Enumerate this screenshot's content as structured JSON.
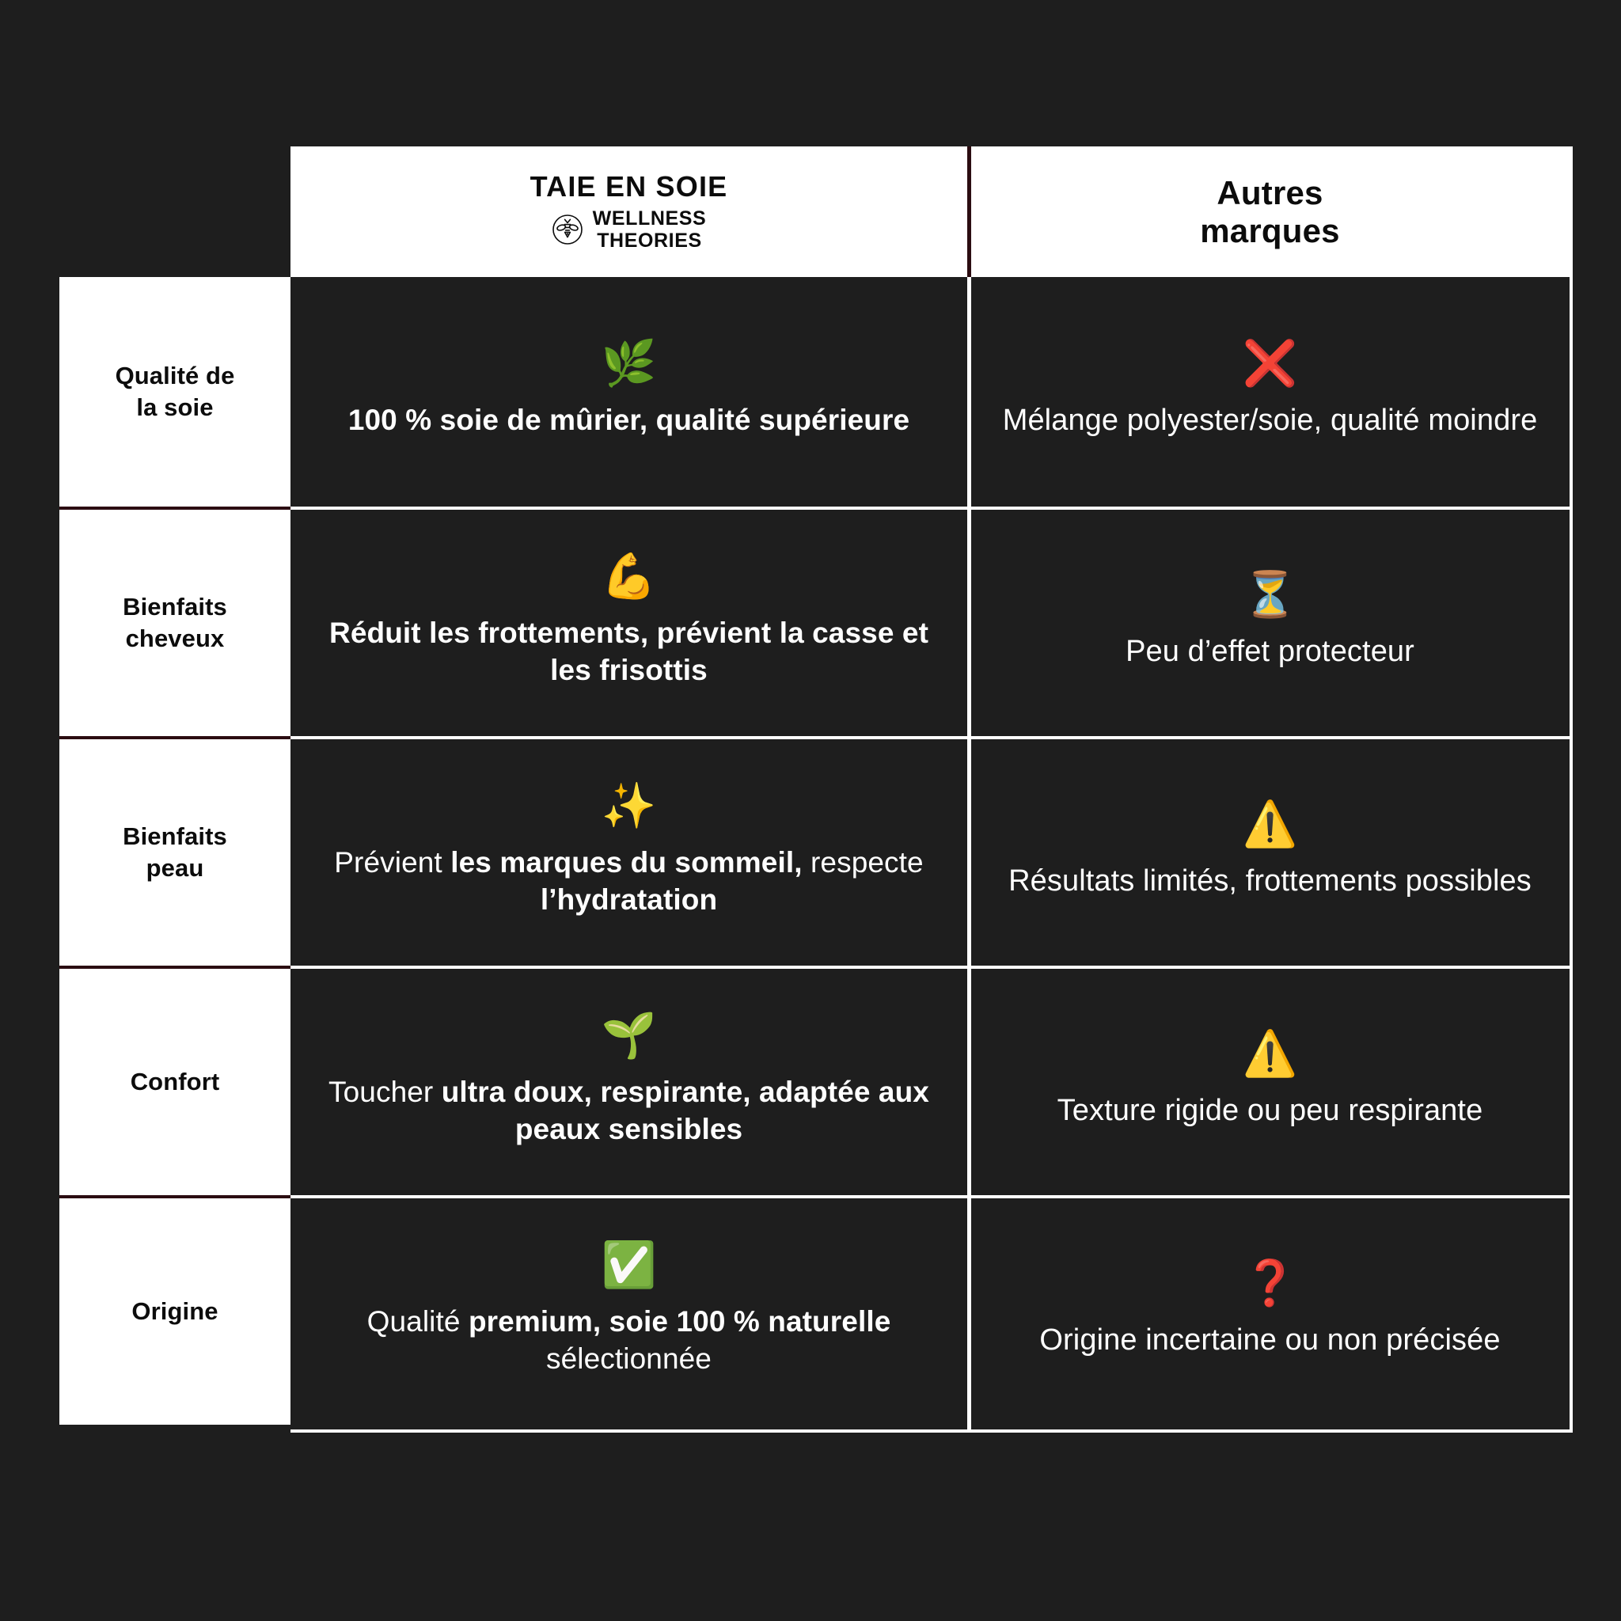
{
  "theme": {
    "background": "#1e1e1e",
    "panel_dark": "#1e1e1e",
    "panel_light": "#ffffff",
    "divider_maroon": "#2b0c11",
    "divider_white": "#ffffff",
    "text_light": "#ffffff",
    "text_dark": "#0c0c0c"
  },
  "header": {
    "spacer_label": "",
    "brand": {
      "title": "TAIE EN SOIE",
      "logo_name": "bee-logo-icon",
      "subtitle_line1": "WELLNESS",
      "subtitle_line2": "THEORIES"
    },
    "other": {
      "line1": "Autres",
      "line2": "marques"
    }
  },
  "columns": [
    {
      "key": "criteria",
      "label": ""
    },
    {
      "key": "ours",
      "label": "TAIE EN SOIE WELLNESS THEORIES"
    },
    {
      "key": "others",
      "label": "Autres marques"
    }
  ],
  "rows": [
    {
      "label_line1": "Qualité de",
      "label_line2": "la soie",
      "ours": {
        "emoji": "🌿",
        "emoji_name": "herb-icon",
        "segments": [
          {
            "text": "100 % soie de mûrier, qualité supérieure",
            "bold": true
          }
        ]
      },
      "others": {
        "emoji": "❌",
        "emoji_name": "cross-mark-icon",
        "text": "Mélange polyester/soie, qualité moindre"
      }
    },
    {
      "label_line1": "Bienfaits",
      "label_line2": "cheveux",
      "ours": {
        "emoji": "💪",
        "emoji_name": "flexed-biceps-icon",
        "segments": [
          {
            "text": "Réduit les frottements, prévient la casse et les frisottis",
            "bold": true
          }
        ]
      },
      "others": {
        "emoji": "⏳",
        "emoji_name": "hourglass-icon",
        "text": "Peu d’effet protecteur"
      }
    },
    {
      "label_line1": "Bienfaits",
      "label_line2": "peau",
      "ours": {
        "emoji": "✨",
        "emoji_name": "sparkles-icon",
        "segments": [
          {
            "text": "Prévient ",
            "bold": false
          },
          {
            "text": "les marques du sommeil,",
            "bold": true
          },
          {
            "text": " respecte ",
            "bold": false
          },
          {
            "text": "l’hydratation",
            "bold": true
          }
        ]
      },
      "others": {
        "emoji": "⚠️",
        "emoji_name": "warning-icon",
        "text": "Résultats limités, frottements possibles"
      }
    },
    {
      "label_line1": "Confort",
      "label_line2": "",
      "ours": {
        "emoji": "🌱",
        "emoji_name": "seedling-icon",
        "segments": [
          {
            "text": "Toucher ",
            "bold": false
          },
          {
            "text": "ultra doux, respirante, adaptée aux peaux sensibles",
            "bold": true
          }
        ]
      },
      "others": {
        "emoji": "⚠️",
        "emoji_name": "warning-icon",
        "text": "Texture rigide ou peu respirante"
      }
    },
    {
      "label_line1": "Origine",
      "label_line2": "",
      "ours": {
        "emoji": "✅",
        "emoji_name": "check-mark-button-icon",
        "segments": [
          {
            "text": "Qualité ",
            "bold": false
          },
          {
            "text": "premium, soie 100 % naturelle",
            "bold": true
          },
          {
            "text": " sélectionnée",
            "bold": false
          }
        ]
      },
      "others": {
        "emoji": "❓",
        "emoji_name": "question-mark-icon",
        "text": "Origine incertaine ou non précisée"
      }
    }
  ]
}
